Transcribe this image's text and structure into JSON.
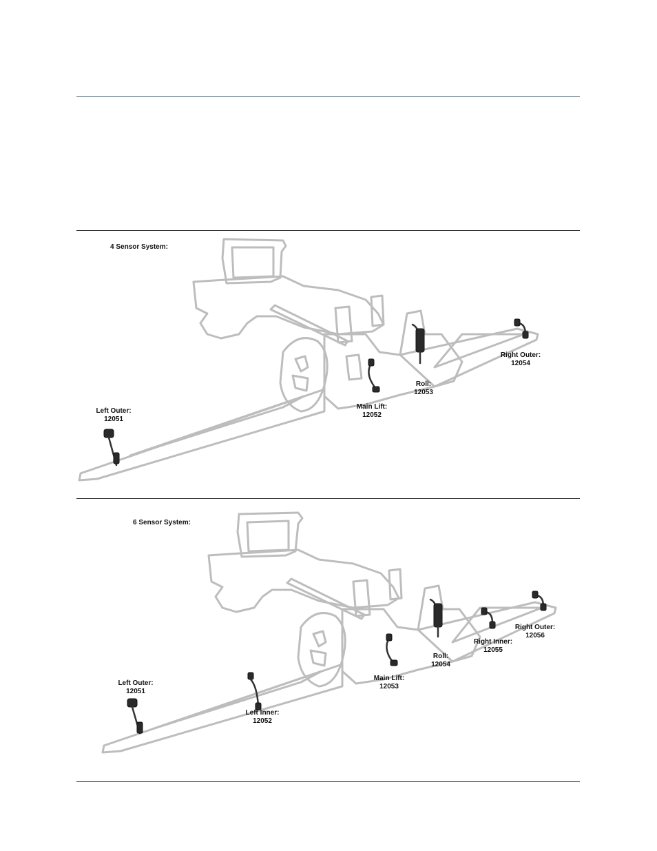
{
  "figures": [
    {
      "title": "4 Sensor System:",
      "sensors": [
        {
          "name": "Left Outer:",
          "code": "12051"
        },
        {
          "name": "Main Lift:",
          "code": "12052"
        },
        {
          "name": "Roll:",
          "code": "12053"
        },
        {
          "name": "Right Outer:",
          "code": "12054"
        }
      ]
    },
    {
      "title": "6 Sensor System:",
      "sensors": [
        {
          "name": "Left Outer:",
          "code": "12051"
        },
        {
          "name": "Left Inner:",
          "code": "12052"
        },
        {
          "name": "Main Lift:",
          "code": "12053"
        },
        {
          "name": "Roll:",
          "code": "12054"
        },
        {
          "name": "Right Inner:",
          "code": "12055"
        },
        {
          "name": "Right Outer:",
          "code": "12056"
        }
      ]
    }
  ],
  "colors": {
    "header_rule": "#2e5d84",
    "outline": "#bdbdbd",
    "sensor": "#2a2a2a"
  }
}
